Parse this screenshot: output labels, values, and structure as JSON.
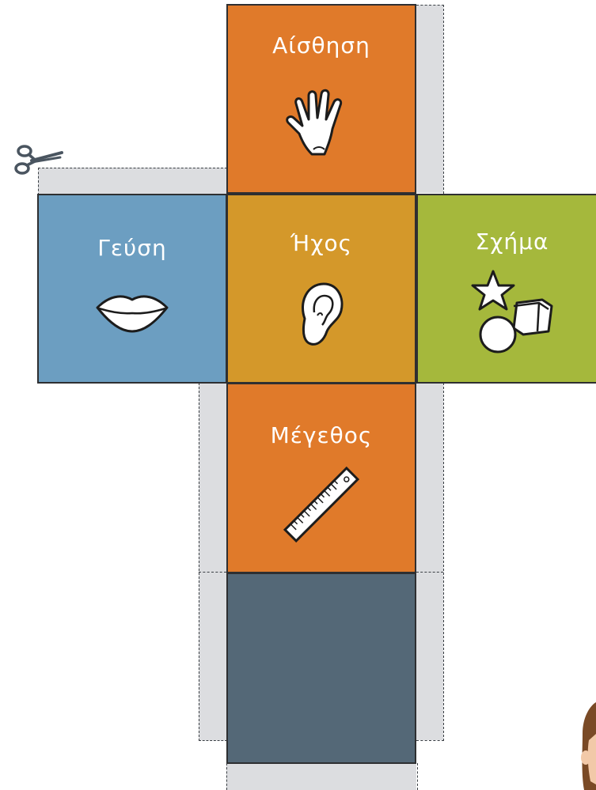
{
  "faces": {
    "top": {
      "label": "Αίσθηση",
      "icon": "hand-icon",
      "color": "#e07a2a"
    },
    "left": {
      "label": "Γεύση",
      "icon": "lips-icon",
      "color": "#6c9ec1"
    },
    "center": {
      "label": "Ήχος",
      "icon": "ear-icon",
      "color": "#d4982a"
    },
    "right": {
      "label": "Σχήμα",
      "icon": "shapes-icon",
      "color": "#a5b83c"
    },
    "middle": {
      "label": "Μέγεθος",
      "icon": "ruler-icon",
      "color": "#e07a2a"
    },
    "bottom": {
      "label": "",
      "icon": "",
      "color": "#546877"
    }
  },
  "decorations": {
    "scissors_icon": "scissors-icon",
    "character": "child-character"
  }
}
